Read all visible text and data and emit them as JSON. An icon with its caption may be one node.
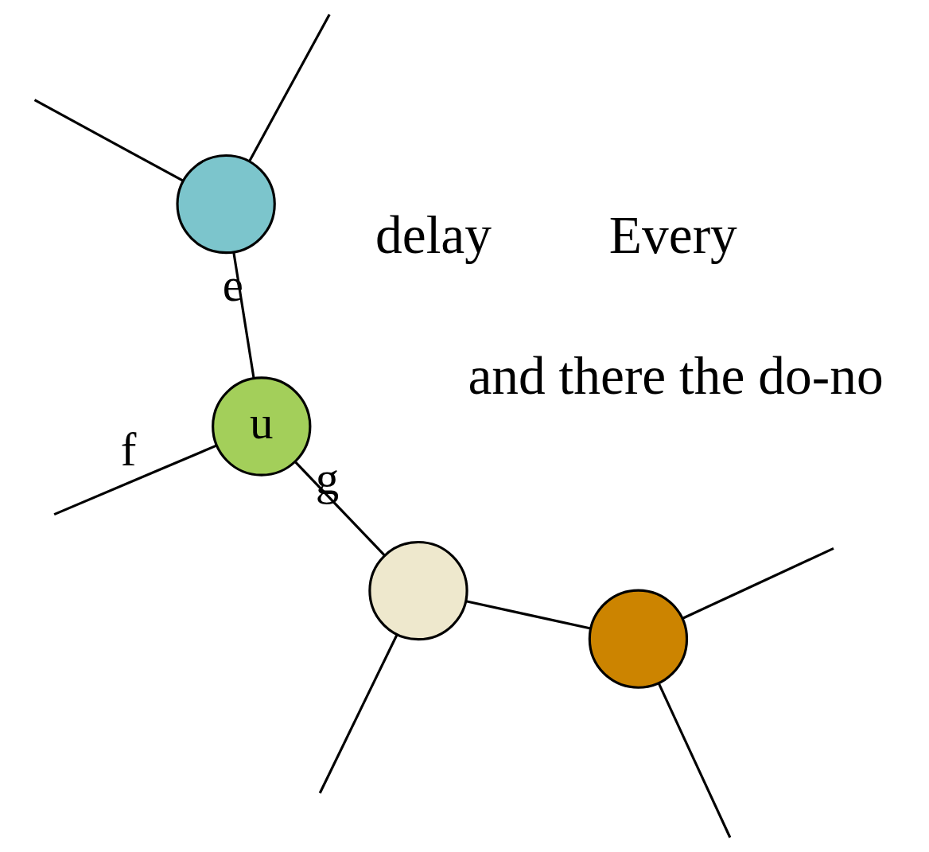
{
  "diagram": {
    "nodes": [
      {
        "text": [],
        "shape": "circle"
      },
      {
        "text": [
          "u"
        ]
      },
      {
        "text": [],
        "shape": "circle"
      },
      {
        "text": [],
        "shape": "circle"
      }
    ],
    "edges": [
      {
        "from": null,
        "to": 0,
        "arrow": "none"
      },
      {
        "from": 0,
        "to": null,
        "arrow": "none"
      },
      {
        "from": 0,
        "to": 1,
        "arrow": "none",
        "label": "e"
      },
      {
        "from": 1,
        "to": null,
        "arrow": "none",
        "label": "f"
      },
      {
        "from": 1,
        "to": 2,
        "arrow": "none",
        "label": "g"
      },
      {
        "from": 2,
        "to": null,
        "arrow": "none"
      },
      {
        "from": 2,
        "to": 3,
        "arrow": "none"
      },
      {
        "from": null,
        "to": 3,
        "arrow": "none"
      },
      {
        "from": 3,
        "to": null,
        "arrow": "none"
      }
    ],
    "labels": [
      "Every",
      "and there the do-no",
      "delay"
    ]
  }
}
